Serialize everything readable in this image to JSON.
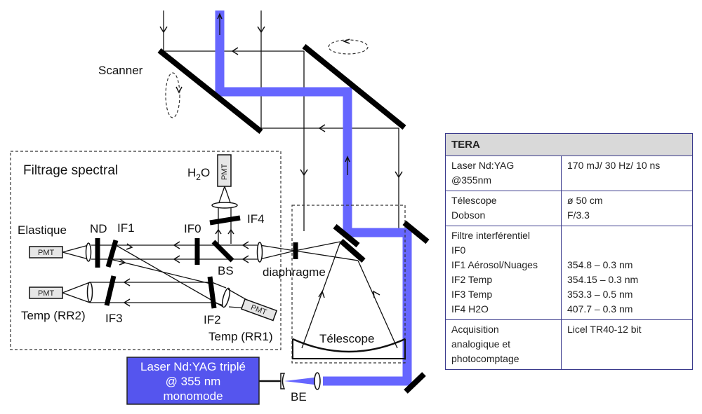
{
  "diagram": {
    "labels": {
      "scanner": "Scanner",
      "filtrage": "Filtrage spectral",
      "h2o_main": "H",
      "h2o_sub": "2",
      "h2o_end": "O",
      "elastique": "Elastique",
      "nd": "ND",
      "if1": "IF1",
      "if0": "IF0",
      "if4": "IF4",
      "bs": "BS",
      "diaphragme": "diaphragme",
      "temp_rr2": "Temp  (RR2)",
      "if3": "IF3",
      "if2": "IF2",
      "temp_rr1": "Temp (RR1)",
      "telescope": "Télescope",
      "be": "BE",
      "pmt": "PMT"
    },
    "laser_box": {
      "line1": "Laser Nd:YAG triplé",
      "line2": "@ 355 nm",
      "line3": "monomode"
    },
    "colors": {
      "beam": "#6666ff",
      "laser_box": "#5555ee",
      "table_border": "#3a3a8c",
      "table_header": "#d9d9d9"
    }
  },
  "table": {
    "title": "TERA",
    "rows": [
      {
        "label": [
          "Laser Nd:YAG",
          "@355nm"
        ],
        "value": [
          "170 mJ/ 30 Hz/ 10 ns"
        ]
      },
      {
        "label": [
          "Télescope",
          "Dobson"
        ],
        "value": [
          "ø 50 cm",
          "F/3.3"
        ]
      },
      {
        "label": [
          "Filtre interférentiel",
          "IF0",
          "IF1 Aérosol/Nuages",
          "IF2 Temp",
          "IF3 Temp",
          "IF4 H2O"
        ],
        "value": [
          "",
          "",
          "354.8 – 0.3 nm",
          "354.15 – 0.3 nm",
          "353.3 – 0.5 nm",
          "407.7 – 0.3 nm"
        ]
      },
      {
        "label": [
          "Acquisition",
          "analogique et",
          "photocomptage"
        ],
        "value": [
          "Licel TR40-12 bit"
        ]
      }
    ]
  }
}
